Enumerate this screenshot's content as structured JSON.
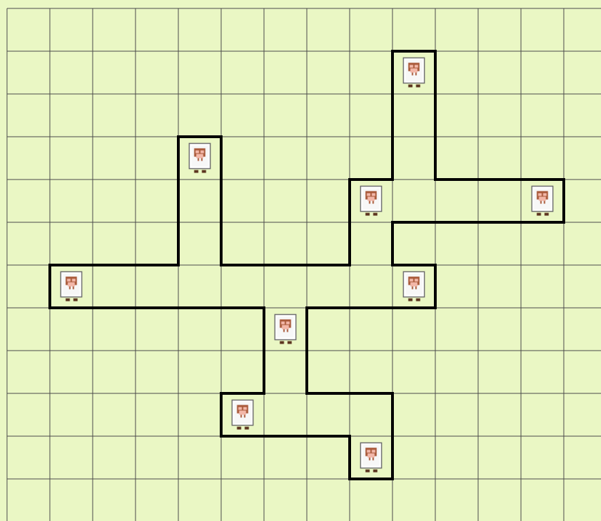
{
  "board": {
    "cols": 14,
    "rows": 12,
    "cell_color": "#eaf7c4",
    "grid_color": "#4a4a4a",
    "outline_color": "#000000"
  },
  "sheep": [
    {
      "col": 9,
      "row": 1
    },
    {
      "col": 4,
      "row": 3
    },
    {
      "col": 8,
      "row": 4
    },
    {
      "col": 12,
      "row": 4
    },
    {
      "col": 1,
      "row": 6
    },
    {
      "col": 9,
      "row": 6
    },
    {
      "col": 6,
      "row": 7
    },
    {
      "col": 5,
      "row": 9
    },
    {
      "col": 8,
      "row": 10
    }
  ],
  "region_outline": [
    [
      9,
      1
    ],
    [
      10,
      1
    ],
    [
      10,
      4
    ],
    [
      13,
      4
    ],
    [
      13,
      5
    ],
    [
      9,
      5
    ],
    [
      9,
      6
    ],
    [
      10,
      6
    ],
    [
      10,
      7
    ],
    [
      7,
      7
    ],
    [
      7,
      9
    ],
    [
      9,
      9
    ],
    [
      9,
      11
    ],
    [
      8,
      11
    ],
    [
      8,
      10
    ],
    [
      5,
      10
    ],
    [
      5,
      9
    ],
    [
      6,
      9
    ],
    [
      6,
      7
    ],
    [
      1,
      7
    ],
    [
      1,
      6
    ],
    [
      4,
      6
    ],
    [
      4,
      3
    ],
    [
      5,
      3
    ],
    [
      5,
      6
    ],
    [
      8,
      6
    ],
    [
      8,
      4
    ],
    [
      9,
      4
    ]
  ],
  "sheep_icon": "sheep-icon",
  "sheep_colors": {
    "frame": "#6f6f6f",
    "wool": "#ffffff",
    "face": "#a95a3a",
    "nose": "#f2b7a8",
    "legs": "#5c3520"
  }
}
